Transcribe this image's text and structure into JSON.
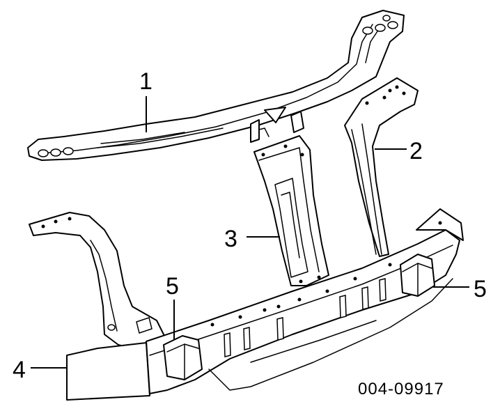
{
  "callouts": {
    "c1": "1",
    "c2": "2",
    "c3": "3",
    "c4": "4",
    "c5a": "5",
    "c5b": "5"
  },
  "reference_number": "004-09917"
}
